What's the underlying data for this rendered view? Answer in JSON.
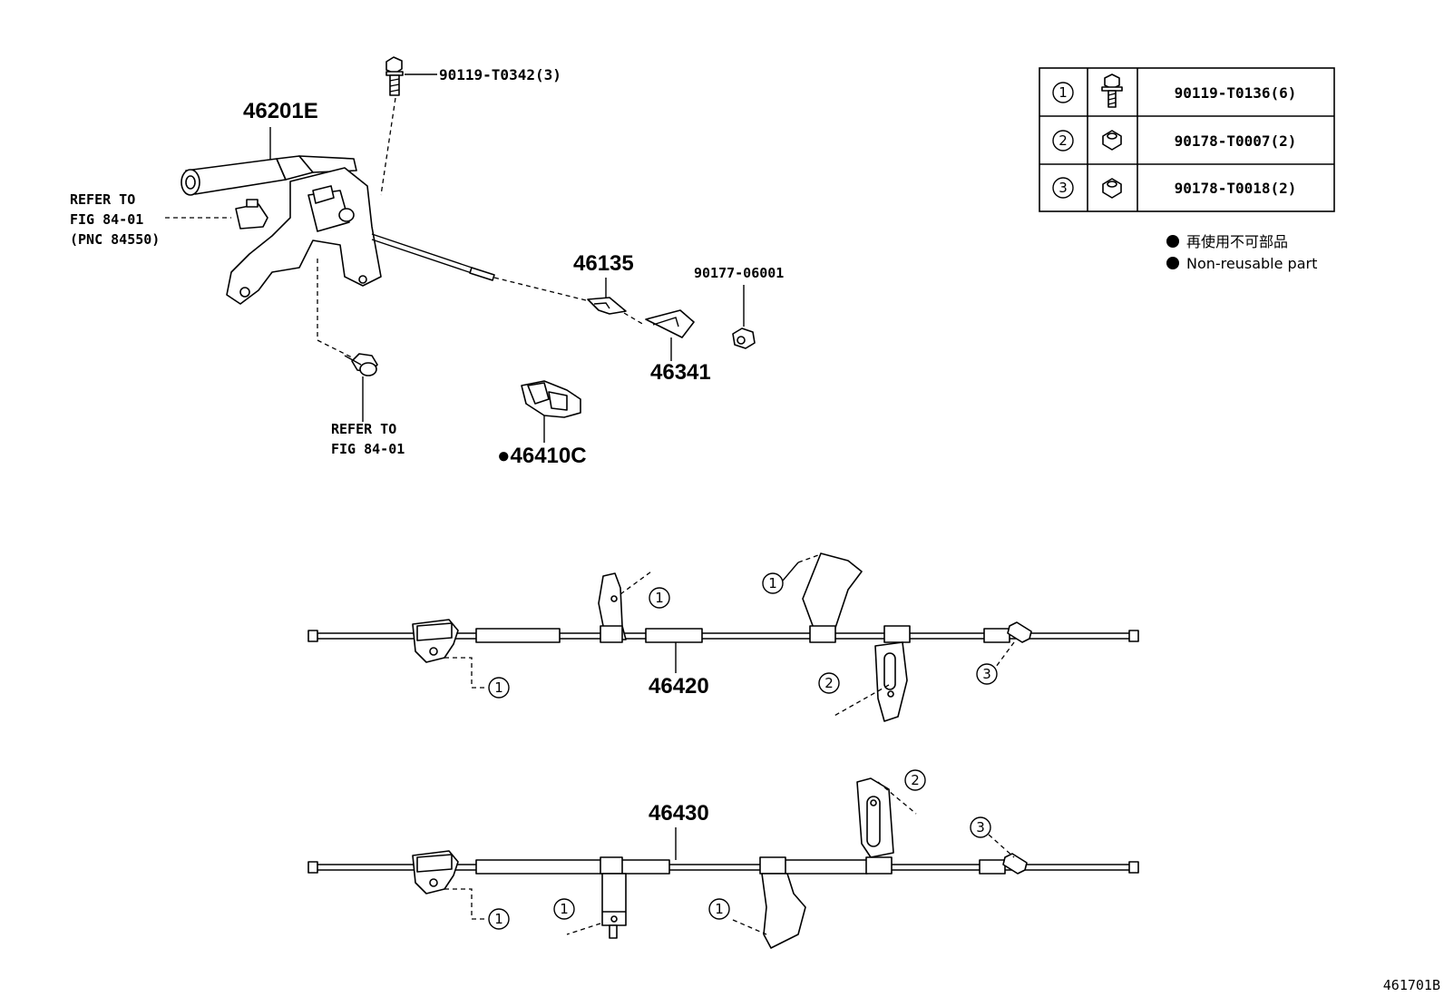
{
  "parts": {
    "lever": "46201E",
    "bolt_top": "90119-T0342(3)",
    "refer_to_1": "REFER TO",
    "fig_ref_1": "FIG 84-01",
    "pnc_ref": "(PNC 84550)",
    "refer_to_2": "REFER TO",
    "fig_ref_2": "FIG 84-01",
    "part_46135": "46135",
    "part_46341": "46341",
    "part_90177": "90177-06001",
    "part_46410c": "●46410C",
    "cable_front": "46420",
    "cable_rear": "46430",
    "drawing_id": "461701B"
  },
  "legend_table": {
    "rows": [
      {
        "num": "1",
        "part": "90119-T0136(6)",
        "icon": "bolt-icon"
      },
      {
        "num": "2",
        "part": "90178-T0007(2)",
        "icon": "nut-icon"
      },
      {
        "num": "3",
        "part": "90178-T0018(2)",
        "icon": "nut-icon"
      }
    ]
  },
  "legend_notes": {
    "jp": "再使用不可部品",
    "en": "Non-reusable part"
  },
  "callouts": {
    "one": "1",
    "two": "2",
    "three": "3"
  }
}
